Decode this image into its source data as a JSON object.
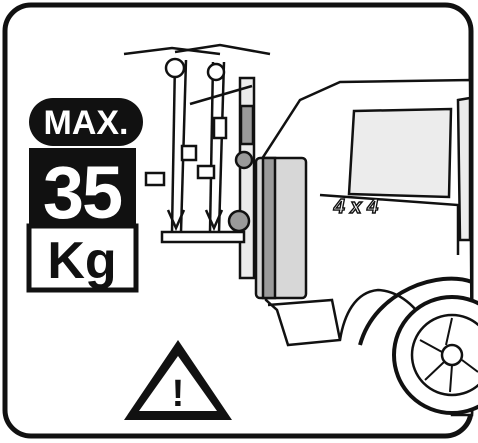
{
  "badge": {
    "max_label": "MAX.",
    "weight_value": "35",
    "weight_unit": "Kg"
  },
  "vehicle": {
    "emblem": "4 x 4"
  },
  "icons": {
    "warning": "warning-triangle-icon",
    "warning_symbol": "!"
  },
  "colors": {
    "ink": "#111111",
    "paper": "#ffffff",
    "panel": "#d7d7d7",
    "glass": "#ececec",
    "accent": "#9a9a9a"
  }
}
